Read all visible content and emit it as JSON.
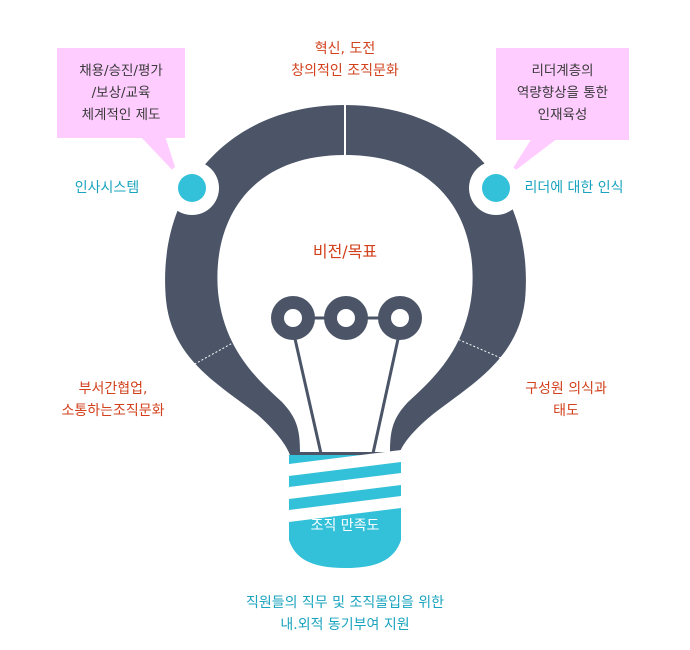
{
  "top_label": [
    "혁신, 도전",
    "창의적인 조직문화"
  ],
  "center_label": "비전/목표",
  "left_callout": [
    "채용/승진/평가",
    "/보상/교육",
    "체계적인 제도"
  ],
  "right_callout": [
    "리더계층의",
    "역량향상을 통한",
    "인재육성"
  ],
  "left_node_label": "인사시스템",
  "right_node_label": "리더에 대한 인식",
  "lower_left_label": [
    "부서간협업,",
    "소통하는조직문화"
  ],
  "lower_right_label": [
    "구성원 의식과",
    "태도"
  ],
  "base_label": "조직 만족도",
  "bottom_label": [
    "직원들의 직무 및 조직몰입을 위한",
    "내.외적 동기부여 지원"
  ],
  "colors": {
    "bulb": "#4b5567",
    "accent_teal": "#33c0d9",
    "callout_pink": "#ffccff",
    "red_text": "#d2411c",
    "teal_text": "#1aa3be"
  }
}
